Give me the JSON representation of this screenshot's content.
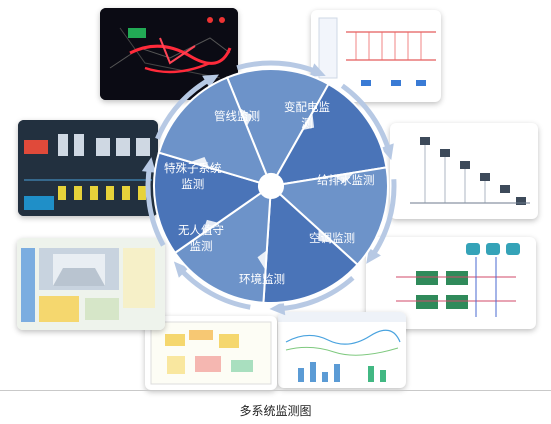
{
  "segments": [
    {
      "id": "pipeline",
      "label": "管线监测"
    },
    {
      "id": "substation",
      "label": "变配电监测"
    },
    {
      "id": "water",
      "label": "给排水监测"
    },
    {
      "id": "hvac",
      "label": "空调监测"
    },
    {
      "id": "environment",
      "label": "环境监测"
    },
    {
      "id": "unattended",
      "label": "无人值守监测"
    },
    {
      "id": "special",
      "label": "特殊子系统监测"
    }
  ],
  "labels": {
    "pipeline": "管线监测",
    "substation_1": "变配电监",
    "substation_2": "测",
    "water": "给排水监测",
    "hvac": "空调监测",
    "environment": "环境监测",
    "unattended_1": "无人值守",
    "unattended_2": "监测",
    "special_1": "特殊子系统",
    "special_2": "监测"
  },
  "caption": "多系统监测图",
  "colors": {
    "wheel_light": "#6d93c9",
    "wheel_dark": "#4a74b8",
    "arrow": "#b7c9e4",
    "hub": "#ffffff"
  }
}
